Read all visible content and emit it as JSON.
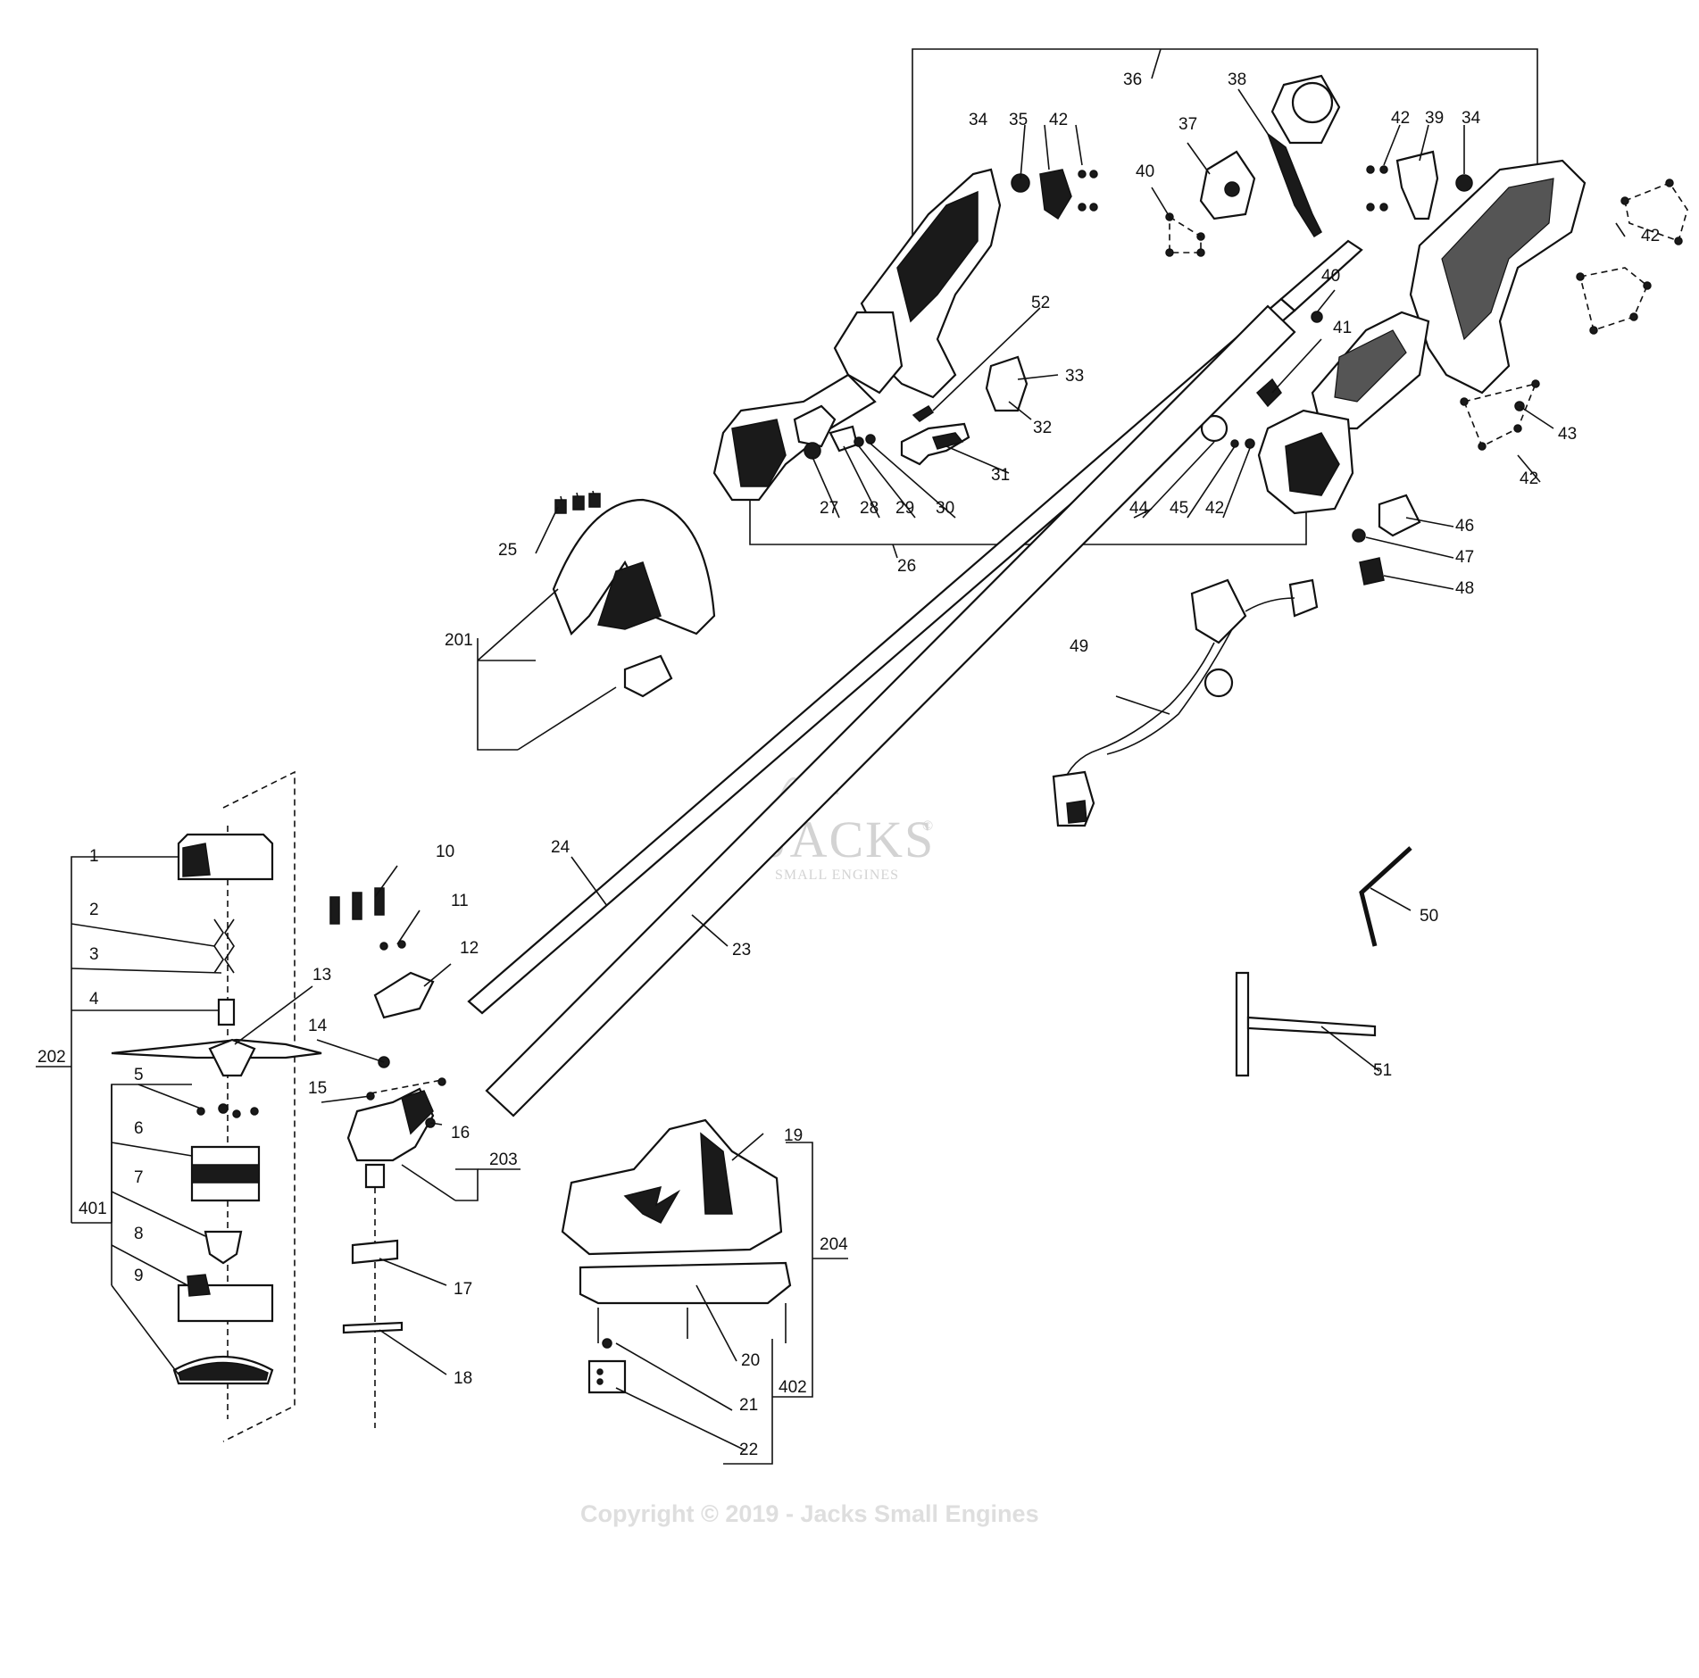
{
  "watermark": {
    "logo_text": "JACKS",
    "logo_copyright": "©",
    "logo_subtext": "SMALL ENGINES"
  },
  "copyright": "Copyright © 2019 - Jacks Small Engines",
  "callouts": [
    "1",
    "2",
    "3",
    "4",
    "5",
    "6",
    "7",
    "8",
    "9",
    "10",
    "11",
    "12",
    "13",
    "14",
    "15",
    "16",
    "17",
    "18",
    "19",
    "20",
    "21",
    "22",
    "23",
    "24",
    "25",
    "26",
    "27",
    "28",
    "29",
    "30",
    "31",
    "32",
    "33",
    "34",
    "35",
    "36",
    "37",
    "38",
    "39",
    "40",
    "41",
    "42",
    "43",
    "44",
    "45",
    "46",
    "47",
    "48",
    "49",
    "50",
    "51",
    "52",
    "201",
    "202",
    "203",
    "204",
    "401",
    "402"
  ],
  "callouts_repeated": [
    "34",
    "40",
    "42",
    "42",
    "42",
    "42"
  ]
}
